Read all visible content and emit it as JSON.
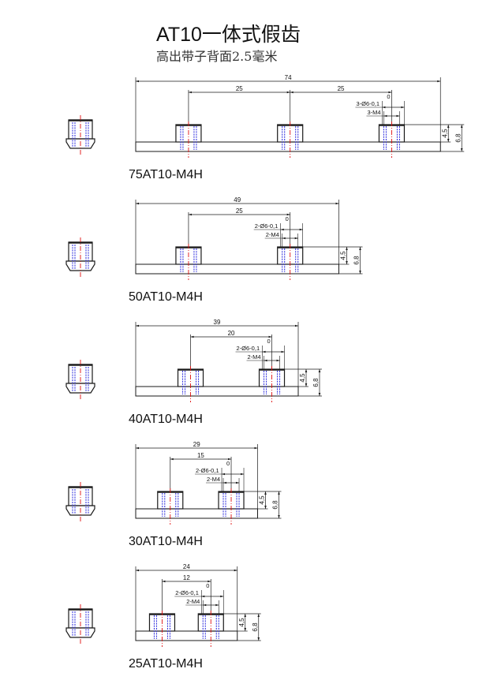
{
  "header": {
    "title": "AT10一体式假齿",
    "subtitle": "高出带子背面2.5毫米"
  },
  "colors": {
    "line": "#1a1a1a",
    "center_line": "#e01010",
    "thread_line": "#3a3ae0"
  },
  "parts": [
    {
      "name": "75AT10-M4H",
      "total_length": "74",
      "pitch": "25",
      "pitch_count": 2,
      "tooth_count": 3,
      "tolerance": "0",
      "hole_label": "3-Ø6-0,1",
      "thread_label": "3-M4",
      "height_tooth": "4,5",
      "height_total": "6,8"
    },
    {
      "name": "50AT10-M4H",
      "total_length": "49",
      "pitch": "25",
      "pitch_count": 1,
      "tooth_count": 2,
      "tolerance": "0",
      "hole_label": "2-Ø6-0,1",
      "thread_label": "2-M4",
      "height_tooth": "4,5",
      "height_total": "6,8"
    },
    {
      "name": "40AT10-M4H",
      "total_length": "39",
      "pitch": "20",
      "pitch_count": 1,
      "tooth_count": 2,
      "tolerance": "0",
      "hole_label": "2-Ø6-0,1",
      "thread_label": "2-M4",
      "height_tooth": "4,5",
      "height_total": "6,8"
    },
    {
      "name": "30AT10-M4H",
      "total_length": "29",
      "pitch": "15",
      "pitch_count": 1,
      "tooth_count": 2,
      "tolerance": "0",
      "hole_label": "2-Ø6-0,1",
      "thread_label": "2-M4",
      "height_tooth": "4,5",
      "height_total": "6,8"
    },
    {
      "name": "25AT10-M4H",
      "total_length": "24",
      "pitch": "12",
      "pitch_count": 1,
      "tooth_count": 2,
      "tolerance": "0",
      "hole_label": "2-Ø6-0,1",
      "thread_label": "2-M4",
      "height_tooth": "4,5",
      "height_total": "6,8"
    }
  ]
}
